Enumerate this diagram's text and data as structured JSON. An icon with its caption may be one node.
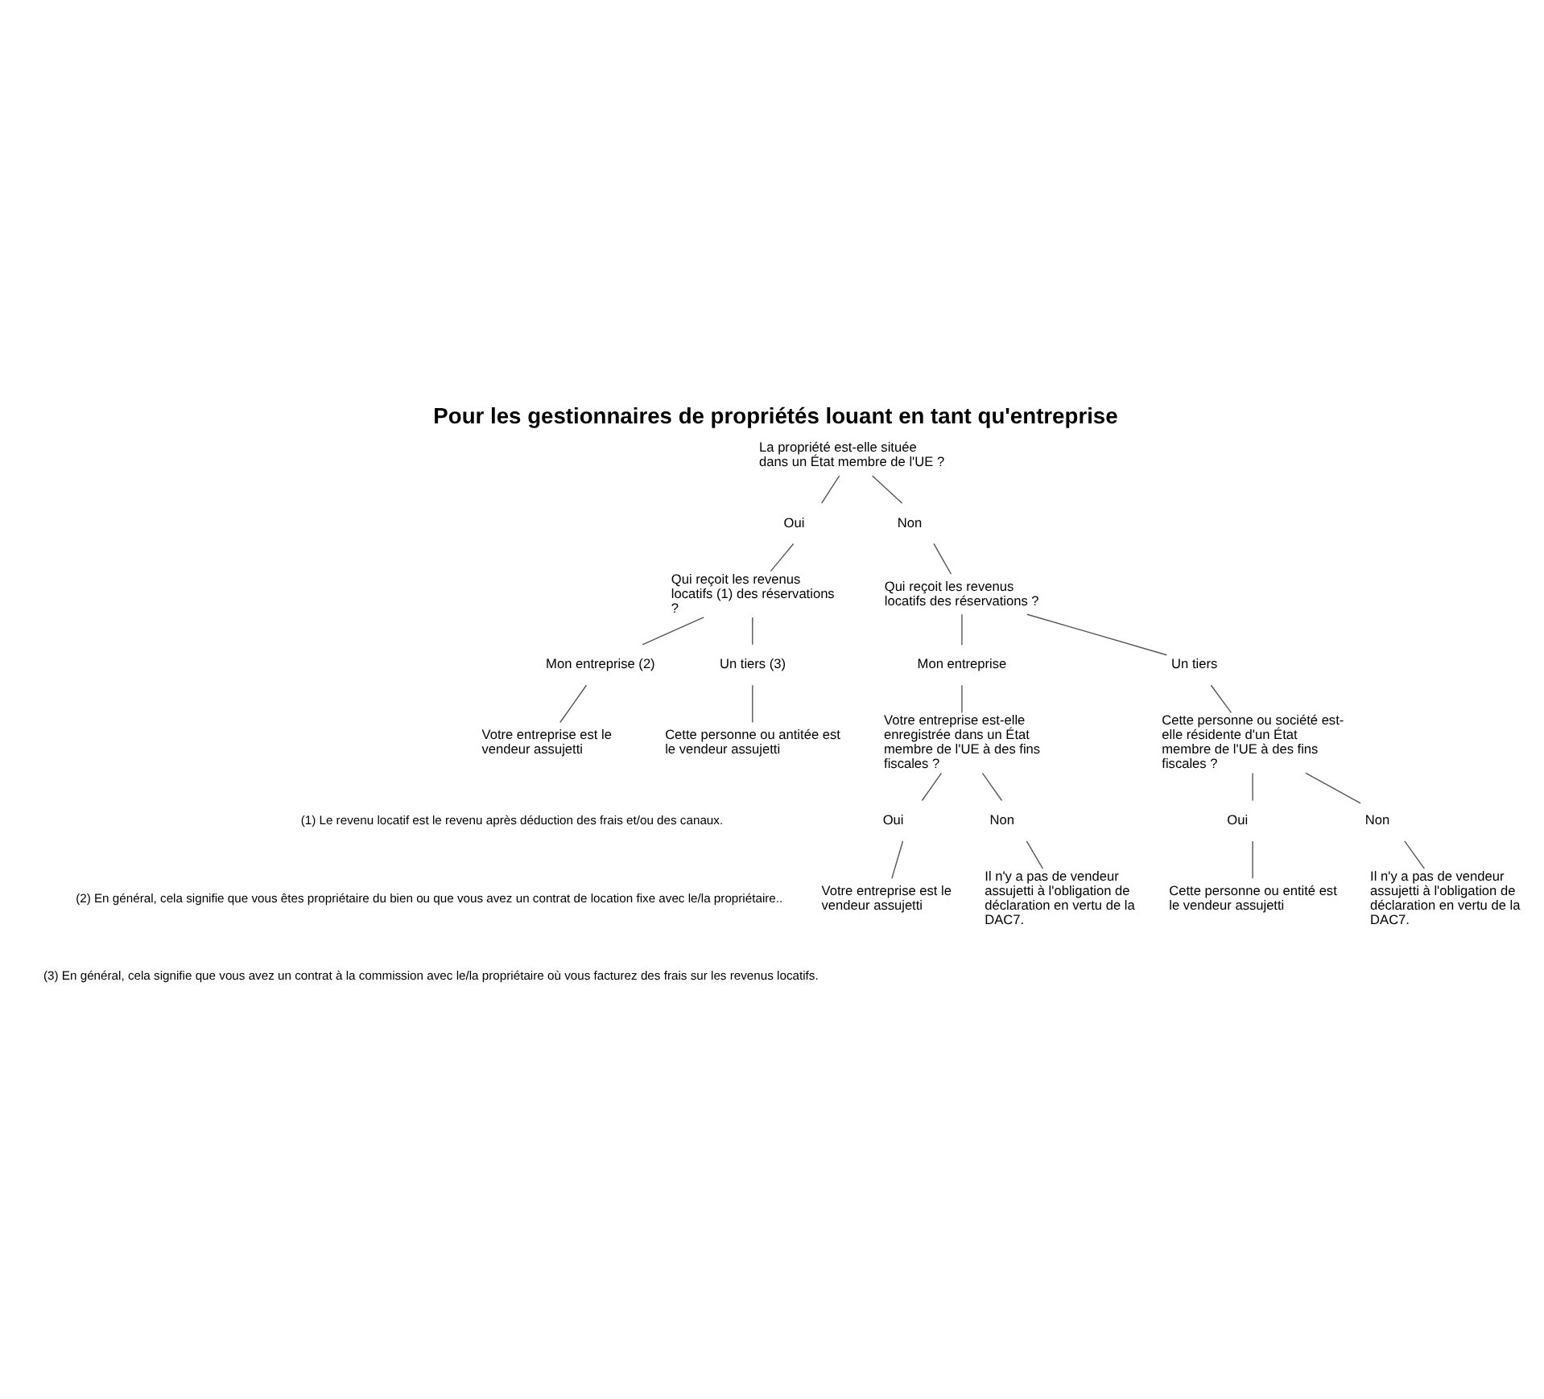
{
  "diagram": {
    "title": "Pour les gestionnaires de propriétés louant en tant qu'entreprise",
    "nodes": [
      {
        "text": [
          "La propriété est-elle située dans un État membre de l'UE ?"
        ]
      },
      {
        "text": [
          "Oui"
        ]
      },
      {
        "text": [
          "Non"
        ]
      },
      {
        "text": [
          "Qui reçoit les revenus locatifs (1) des réservations ?"
        ]
      },
      {
        "text": [
          "Qui reçoit les revenus locatifs des réservations ?"
        ]
      },
      {
        "text": [
          "Mon entreprise (2)"
        ]
      },
      {
        "text": [
          "Un tiers (3)"
        ]
      },
      {
        "text": [
          "Mon entreprise"
        ]
      },
      {
        "text": [
          "Un tiers"
        ]
      },
      {
        "text": [
          "Votre entreprise est le vendeur assujetti"
        ]
      },
      {
        "text": [
          "Cette personne ou antitée est le vendeur assujetti"
        ]
      },
      {
        "text": [
          "Votre entreprise est-elle enregistrée dans un État membre de l'UE à des fins fiscales ?"
        ]
      },
      {
        "text": [
          "Cette personne ou société est-elle résidente d'un État membre de l'UE à des fins fiscales ?"
        ]
      },
      {
        "text": [
          "Oui"
        ]
      },
      {
        "text": [
          "Non"
        ]
      },
      {
        "text": [
          "Oui"
        ]
      },
      {
        "text": [
          "Non"
        ]
      },
      {
        "text": [
          "Votre entreprise est le vendeur assujetti"
        ]
      },
      {
        "text": [
          "Il n'y a pas de vendeur assujetti à l'obligation de déclaration en vertu de la DAC7."
        ]
      },
      {
        "text": [
          "Cette personne ou entité est le vendeur assujetti"
        ]
      },
      {
        "text": [
          "Il n'y a pas de vendeur assujetti à l'obligation de déclaration en vertu de la DAC7."
        ]
      }
    ],
    "edges": [
      {
        "from": 0,
        "to": 1,
        "arrow": "none"
      },
      {
        "from": 0,
        "to": 2,
        "arrow": "none"
      },
      {
        "from": 1,
        "to": 3,
        "arrow": "none"
      },
      {
        "from": 2,
        "to": 4,
        "arrow": "none"
      },
      {
        "from": 3,
        "to": 5,
        "arrow": "none"
      },
      {
        "from": 3,
        "to": 6,
        "arrow": "none"
      },
      {
        "from": 4,
        "to": 7,
        "arrow": "none"
      },
      {
        "from": 4,
        "to": 8,
        "arrow": "none"
      },
      {
        "from": 5,
        "to": 9,
        "arrow": "none"
      },
      {
        "from": 6,
        "to": 10,
        "arrow": "none"
      },
      {
        "from": 7,
        "to": 11,
        "arrow": "none"
      },
      {
        "from": 8,
        "to": 12,
        "arrow": "none"
      },
      {
        "from": 11,
        "to": 13,
        "arrow": "none"
      },
      {
        "from": 11,
        "to": 14,
        "arrow": "none"
      },
      {
        "from": 12,
        "to": 15,
        "arrow": "none"
      },
      {
        "from": 12,
        "to": 16,
        "arrow": "none"
      },
      {
        "from": 13,
        "to": 17,
        "arrow": "none"
      },
      {
        "from": 14,
        "to": 18,
        "arrow": "none"
      },
      {
        "from": 15,
        "to": 19,
        "arrow": "none"
      },
      {
        "from": 16,
        "to": 20,
        "arrow": "none"
      }
    ],
    "labels": [
      "(1) Le revenu locatif est le revenu après déduction des frais et/ou des canaux.",
      "(2) En général, cela signifie que vous êtes propriétaire du bien ou que vous avez un contrat de location fixe avec le/la propriétaire..",
      "(3) En général, cela signifie que vous avez un contrat à la commission avec le/la propriétaire où vous facturez des frais sur les revenus locatifs."
    ]
  }
}
